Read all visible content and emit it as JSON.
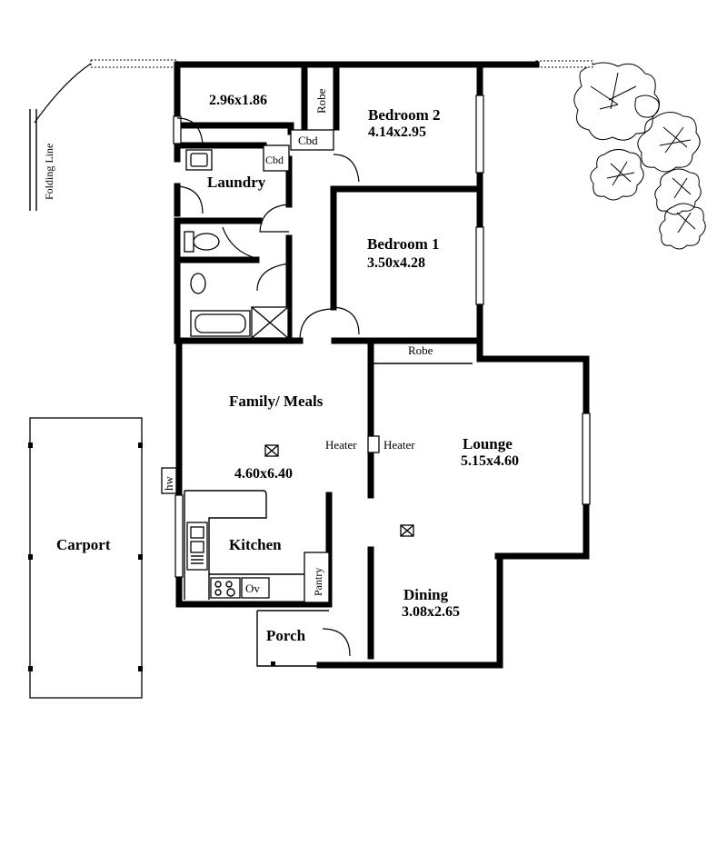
{
  "rooms": {
    "small_room": {
      "dims": "2.96x1.86"
    },
    "bedroom2": {
      "name": "Bedroom 2",
      "dims": "4.14x2.95"
    },
    "bedroom1": {
      "name": "Bedroom 1",
      "dims": "3.50x4.28"
    },
    "laundry": {
      "name": "Laundry"
    },
    "family_meals": {
      "name": "Family/ Meals",
      "dims": "4.60x6.40"
    },
    "lounge": {
      "name": "Lounge",
      "dims": "5.15x4.60"
    },
    "kitchen": {
      "name": "Kitchen"
    },
    "dining": {
      "name": "Dining",
      "dims": "3.08x2.65"
    },
    "carport": {
      "name": "Carport"
    },
    "porch": {
      "name": "Porch"
    }
  },
  "labels": {
    "robe_top": "Robe",
    "robe_bed1": "Robe",
    "cbd_hall": "Cbd",
    "cbd_laundry": "Cbd",
    "heater_left": "Heater",
    "heater_right": "Heater",
    "hw": "hw",
    "pantry": "Pantry",
    "oven": "Ov",
    "folding_line": "Folding Line"
  }
}
